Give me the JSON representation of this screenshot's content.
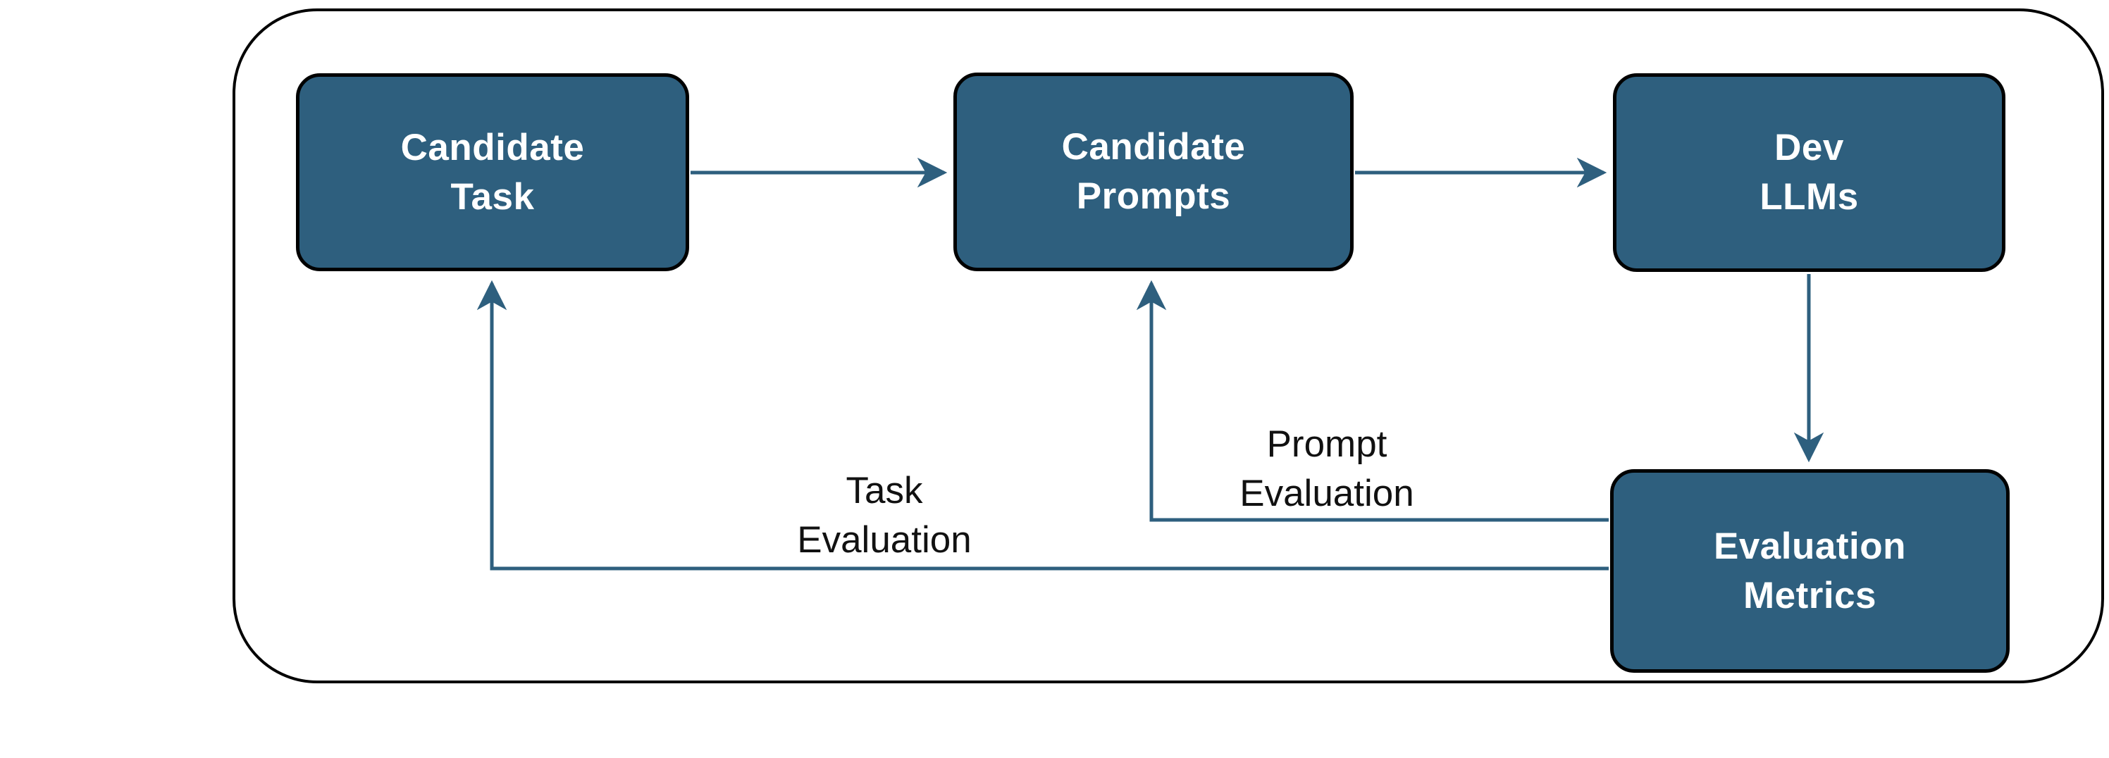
{
  "diagram": {
    "title": "Prompt and task evaluation loop flowchart",
    "colors": {
      "background": "#ffffff",
      "container_border": "#000000",
      "node_fill": "#2e5f7e",
      "node_border": "#000000",
      "node_text": "#ffffff",
      "connector": "#2e5f7e",
      "edge_label_text": "#111111"
    },
    "nodes": {
      "candidate_task": {
        "label": "Candidate\nTask"
      },
      "candidate_prompts": {
        "label": "Candidate\nPrompts"
      },
      "dev_llms": {
        "label": "Dev\nLLMs"
      },
      "evaluation_metrics": {
        "label": "Evaluation\nMetrics"
      }
    },
    "edges": {
      "task_to_prompts": {
        "from": "Candidate Task",
        "to": "Candidate Prompts",
        "label": ""
      },
      "prompts_to_llms": {
        "from": "Candidate Prompts",
        "to": "Dev LLMs",
        "label": ""
      },
      "llms_to_metrics": {
        "from": "Dev LLMs",
        "to": "Evaluation Metrics",
        "label": ""
      },
      "prompt_evaluation": {
        "from": "Evaluation Metrics",
        "to": "Candidate Prompts",
        "label": "Prompt\nEvaluation"
      },
      "task_evaluation": {
        "from": "Evaluation Metrics",
        "to": "Candidate Task",
        "label": "Task\nEvaluation"
      }
    }
  }
}
